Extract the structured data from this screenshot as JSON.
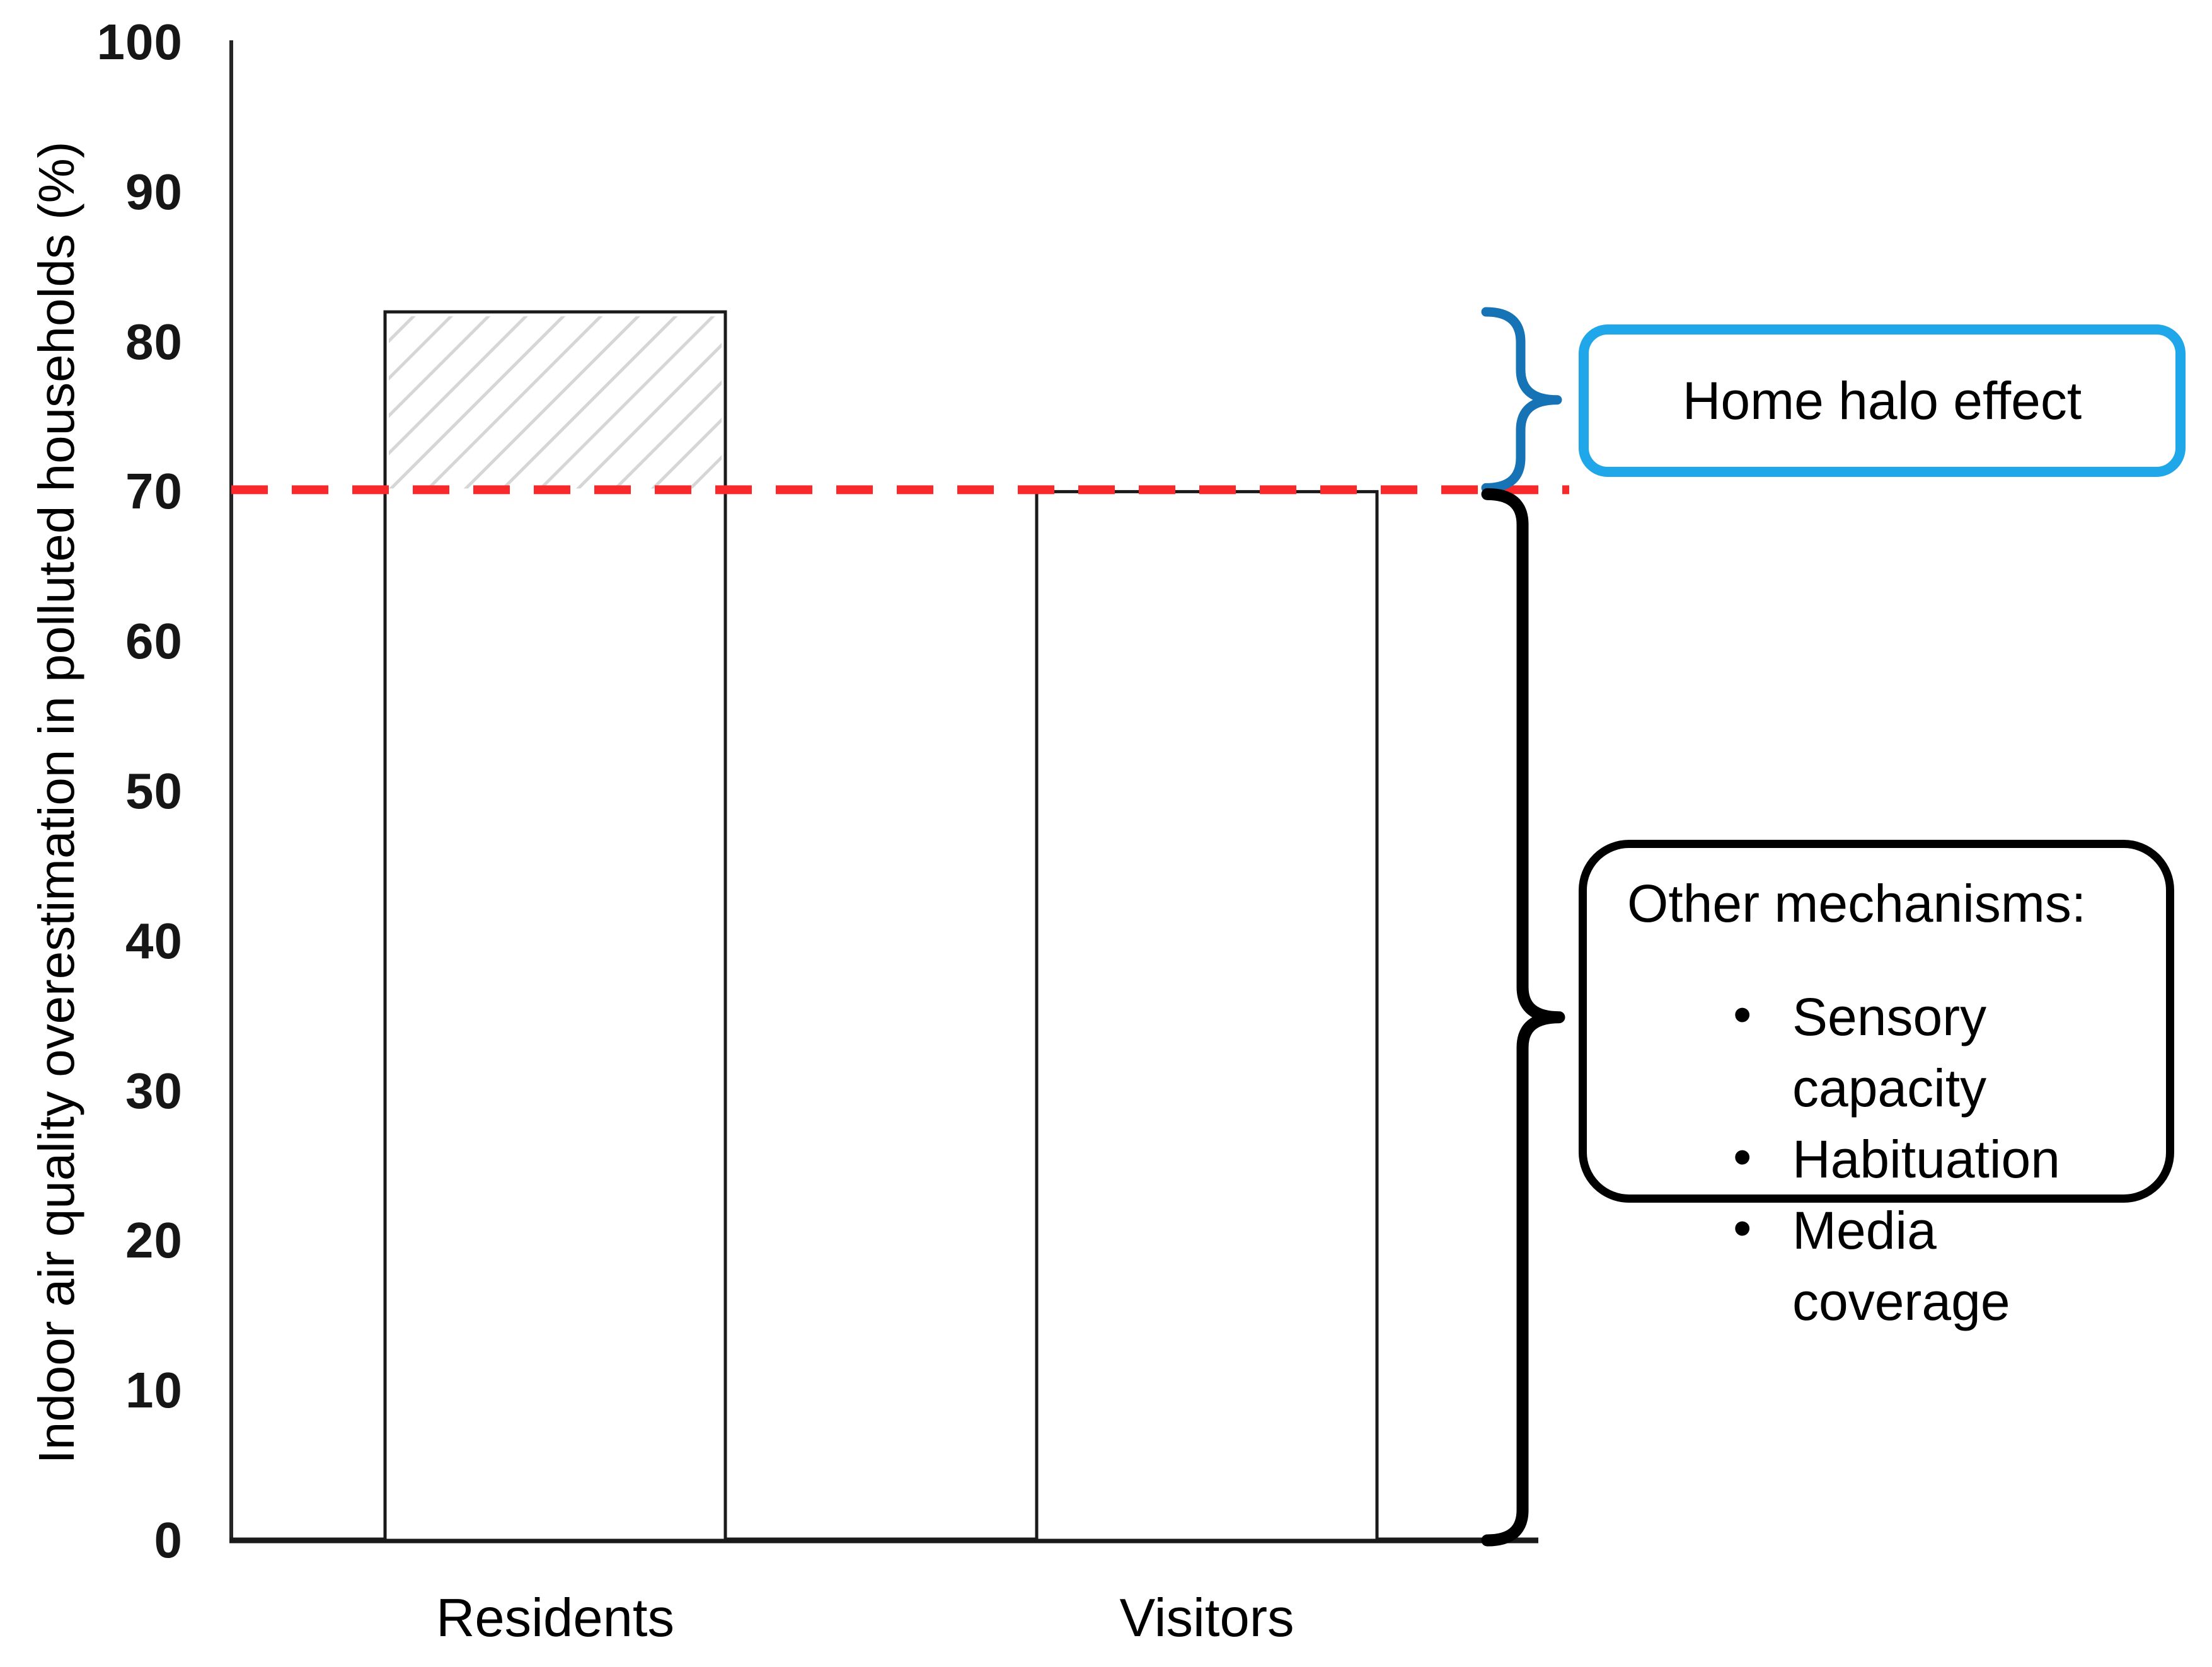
{
  "chart_data": {
    "type": "bar",
    "categories": [
      "Residents",
      "Visitors"
    ],
    "values": [
      82,
      70
    ],
    "title": "",
    "xlabel": "",
    "ylabel": "Indoor air quality overestimation in polluted households (%)",
    "ylim": [
      0,
      100
    ],
    "yticks": [
      0,
      10,
      20,
      30,
      40,
      50,
      60,
      70,
      80,
      90,
      100
    ],
    "grid": false,
    "legend": "none",
    "reference_line": {
      "value": 70,
      "style": "dashed"
    },
    "hatched_segment": {
      "category": "Residents",
      "from": 70,
      "to": 82
    }
  },
  "callouts": {
    "home_halo": {
      "label": "Home halo effect",
      "brace_range": [
        70,
        82
      ]
    },
    "other_mechanisms": {
      "title": "Other mechanisms:",
      "bullets": [
        "Sensory capacity",
        "Habituation",
        "Media coverage"
      ],
      "brace_range": [
        0,
        70
      ]
    }
  },
  "colors": {
    "reference_line_red": "#f8282b",
    "halo_brace_blue": "#1573b6",
    "halo_box_blue": "#1fa7e9",
    "other_brace_black": "#000000",
    "bar_border": "#1a1a1a",
    "bar_fill": "#ffffff",
    "hatch_gray": "#d6d6d6",
    "axis_black": "#1f1f1f"
  }
}
